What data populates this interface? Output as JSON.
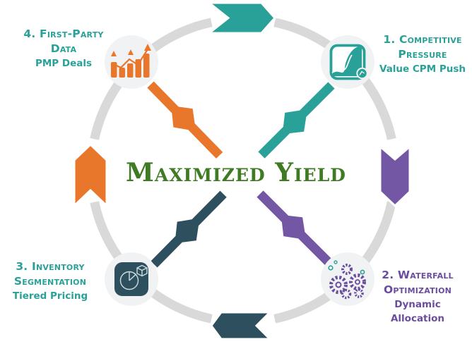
{
  "title": "Maximized Yield",
  "colors": {
    "teal": "#2aa198",
    "orange": "#e8772b",
    "purple_arrow": "#7357a5",
    "purple_text": "#6a4d9f",
    "slate": "#2e4f5e",
    "green_title": "#3e7b22",
    "ring": "#d9d9d9",
    "icon_bg": "#f0f2f3",
    "glyph_light": "#cfdde1"
  },
  "items": [
    {
      "heading1": "1. Competitive",
      "heading2": "Pressure",
      "subtitle": "Value CPM Push",
      "color": "#2aa198",
      "icon": "s-curve-chart-icon",
      "position": "top-right"
    },
    {
      "heading1": "2. Waterfall",
      "heading2": "Optimization",
      "subtitle": "Dynamic Allocation",
      "color": "#6a4d9f",
      "icon": "gears-icon",
      "position": "bottom-right"
    },
    {
      "heading1": "3. Inventory",
      "heading2": "Segmentation",
      "subtitle": "Tiered Pricing",
      "color": "#2aa198",
      "icon": "segmented-pie-icon",
      "position": "bottom-left"
    },
    {
      "heading1": "4. First-Party",
      "heading2": "Data",
      "subtitle": "PMP Deals",
      "color": "#2aa198",
      "icon": "bar-chart-growth-icon",
      "position": "top-left"
    }
  ],
  "flow": {
    "direction": "clockwise"
  }
}
